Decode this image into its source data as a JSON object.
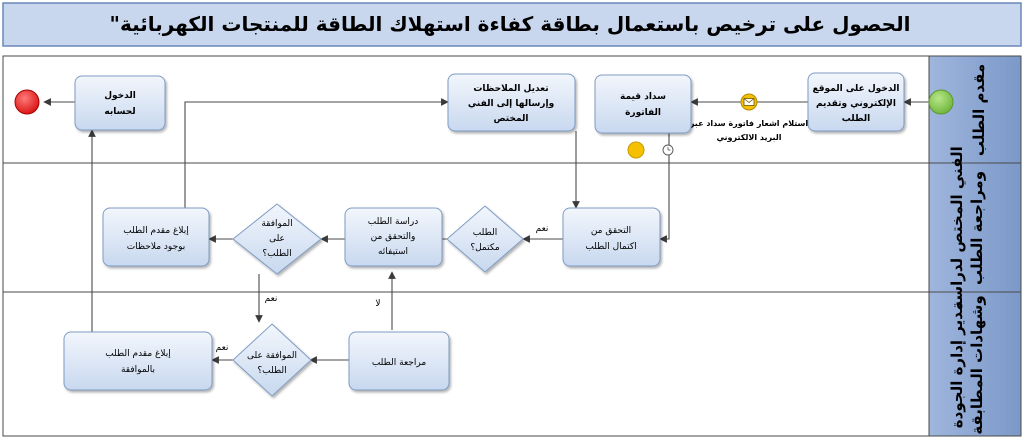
{
  "title": "الحصول على ترخيص باستعمال بطاقة كفاءة استهلاك الطاقة للمنتجات الكهربائية\"",
  "lanes": [
    "مقدم الطلب",
    "الفني المختص لدراسة ومراجعة الطلب",
    "مدير إدارة الجودة وشهادات المطابقة"
  ],
  "tasks": {
    "login_submit": [
      "الدخول على الموقع",
      "الإلكتروني وتقديم",
      "الطلب"
    ],
    "pay_invoice": [
      "سداد قيمة",
      "الفاتورة"
    ],
    "edit_notes": [
      "تعديل الملاحظات",
      "وإرسالها إلى الفني",
      "المختص"
    ],
    "login_account": [
      "الدخول",
      "لحسابه"
    ],
    "check_complete": [
      "التحقق من",
      "اكتمال الطلب"
    ],
    "study_request": [
      "دراسة الطلب",
      "والتحقق من",
      "استيفائه"
    ],
    "notify_notes": [
      "إبلاغ مقدم الطلب",
      "بوجود ملاحظات"
    ],
    "review_request": [
      "مراجعة الطلب"
    ],
    "notify_approval": [
      "إبلاغ مقدم الطلب",
      "بالموافقة"
    ]
  },
  "gateways": {
    "complete": [
      "الطلب",
      "مكتمل؟"
    ],
    "approve_tech": [
      "الموافقة",
      "على",
      "الطلب؟"
    ],
    "approve_mgr": [
      "الموافقة على",
      "الطلب؟"
    ]
  },
  "messages": {
    "invoice_email": [
      "استلام اشعار فاتورة سداد عبر",
      "البريد الالكتروني"
    ]
  },
  "flow_labels": {
    "yes_complete": "نعم",
    "yes_tech": "نعم",
    "no_mgr": "لا",
    "yes_mgr": "نعم"
  },
  "colors": {
    "title_bg": "#c9d7ee",
    "lane_header_bg": "#8aa6d3",
    "task_fill": "#dbe6f5",
    "task_stroke": "#7f9cc4",
    "start_event": "#7ac143",
    "end_event": "#e41e1e",
    "timer_event": "#f5c000",
    "message_event": "#f5c000"
  }
}
